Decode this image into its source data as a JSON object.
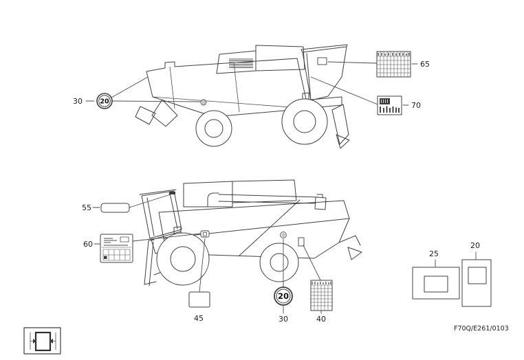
{
  "figure_code": "F70Q/E261/0103",
  "callouts": {
    "top": {
      "ref30": "30",
      "sign20": "20",
      "ref65": "65",
      "ref70": "70"
    },
    "bottom": {
      "ref55": "55",
      "ref60": "60",
      "ref45": "45",
      "ref30": "30",
      "sign20": "20",
      "ref40": "40"
    },
    "side": {
      "ref25": "25",
      "ref20": "20"
    }
  },
  "icons": {
    "decal_65": "maintenance-chart-decal",
    "decal_70": "fuse-chart-decal",
    "decal_55": "strip-decal",
    "decal_60": "identification-plate-decal",
    "decal_45": "blank-label-decal",
    "decal_40": "schedule-grid-decal",
    "decal_25": "framed-label-decal",
    "decal_20": "framed-label-portrait-decal",
    "speed_sign": "circled-20-speed-sign",
    "legend": "decal-width-placement-icon"
  },
  "colors": {
    "line": "#3f3f3f",
    "background": "#ffffff",
    "dark_fill": "#3b3b3b"
  }
}
